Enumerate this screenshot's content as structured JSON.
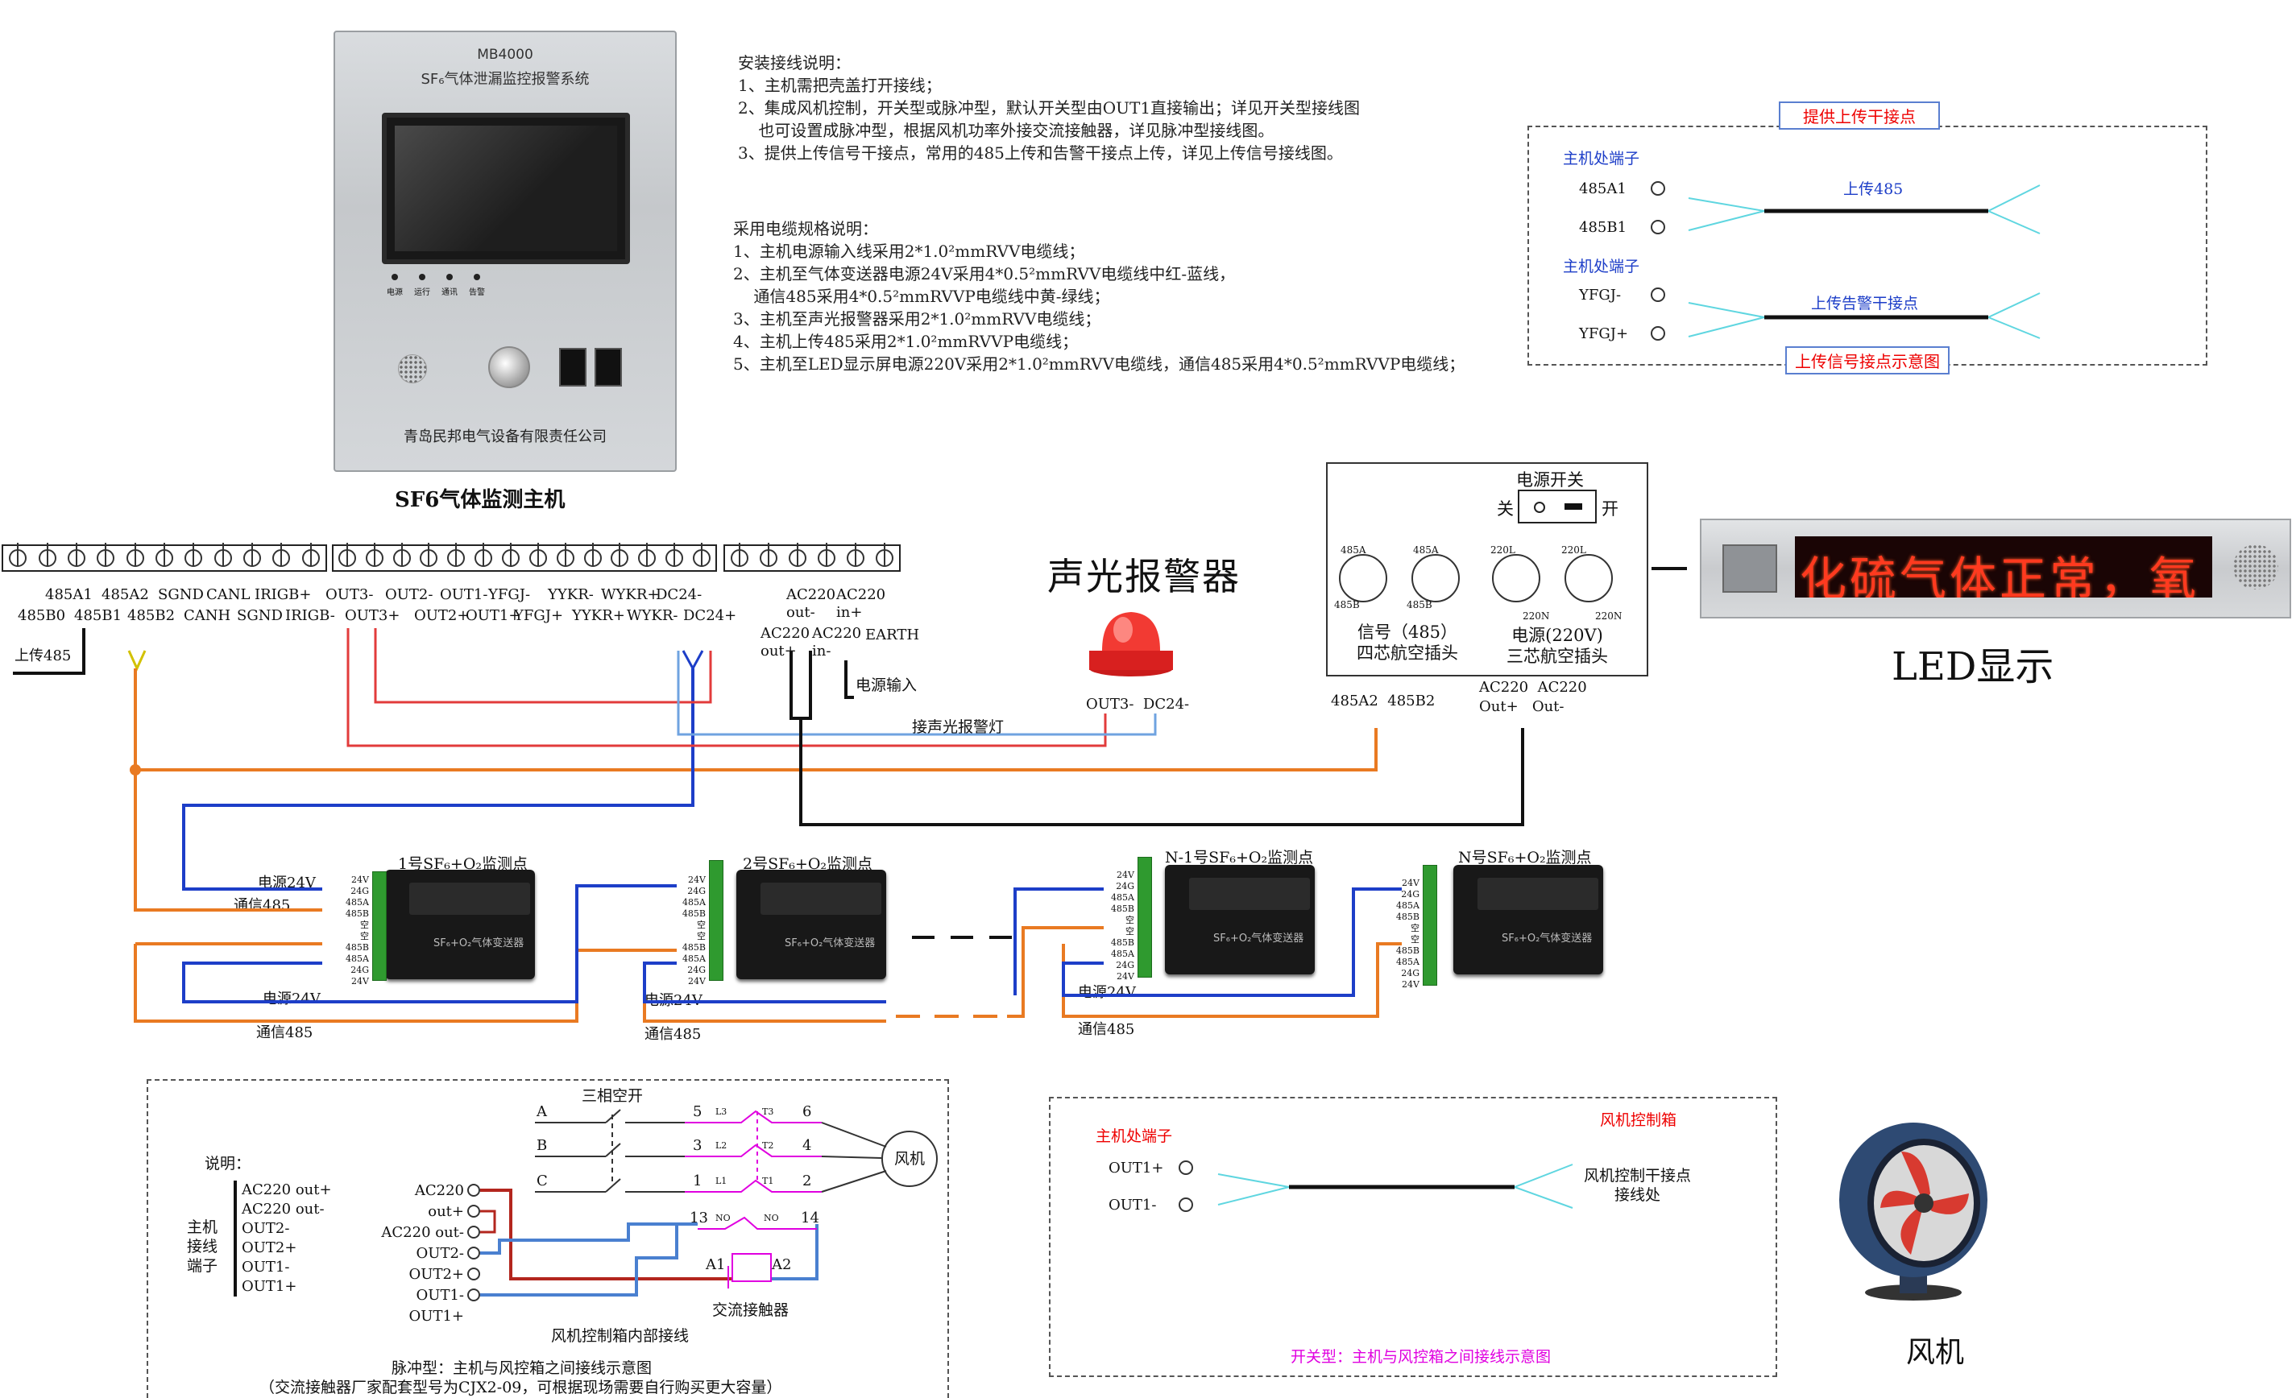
{
  "host": {
    "model": "MB4000",
    "system_name": "SF₆气体泄漏监控报警系统",
    "leds": [
      "电源",
      "运行",
      "通讯",
      "告警"
    ],
    "company": "青岛民邦电气设备有限责任公司",
    "caption": "SF6气体监测主机"
  },
  "install_notes": {
    "title": "安装接线说明：",
    "lines": [
      "1、主机需把壳盖打开接线；",
      "2、集成风机控制，开关型或脉冲型，默认开关型由OUT1直接输出；详见开关型接线图",
      "    也可设置成脉冲型，根据风机功率外接交流接触器，详见脉冲型接线图。",
      "3、提供上传信号干接点，常用的485上传和告警干接点上传，详见上传信号接线图。"
    ]
  },
  "cable_notes": {
    "title": "采用电缆规格说明：",
    "lines": [
      "1、主机电源输入线采用2*1.0²mmRVV电缆线；",
      "2、主机至气体变送器电源24V采用4*0.5²mmRVV电缆线中红-蓝线，",
      "    通信485采用4*0.5²mmRVVP电缆线中黄-绿线；",
      "3、主机至声光报警器采用2*1.0²mmRVV电缆线；",
      "4、主机上传485采用2*1.0²mmRVVP电缆线；",
      "5、主机至LED显示屏电源220V采用2*1.0²mmRVV电缆线，通信485采用4*0.5²mmRVVP电缆线；"
    ]
  },
  "upload_box": {
    "top_title": "提供上传干接点",
    "term_label_1": "主机处端子",
    "t1": "485A1",
    "t2": "485B1",
    "line1": "上传485",
    "term_label_2": "主机处端子",
    "t3": "YFGJ-",
    "t4": "YFGJ+",
    "line2": "上传告警干接点",
    "bottom_title": "上传信号接点示意图"
  },
  "strip1": {
    "top": [
      "485A1",
      "485A2",
      "SGND",
      "CANL",
      "IRIGB+"
    ],
    "bottom": [
      "485B0",
      "485B1",
      "485B2",
      "CANH",
      "SGND",
      "IRIGB-"
    ]
  },
  "strip2": {
    "top": [
      "OUT3-",
      "OUT2-",
      "OUT1-",
      "YFGJ-",
      "YYKR-",
      "WYKR+",
      "DC24-"
    ],
    "bottom": [
      "OUT3+",
      "OUT2+",
      "OUT1+",
      "YFGJ+",
      "YYKR+",
      "WYKR-",
      "DC24+"
    ]
  },
  "strip3": {
    "ac_out": "AC220\nout-",
    "ac_in": "AC220\nin+",
    "ac_out_plus": "AC220\nout+",
    "ac_in_minus": "AC220\nin-",
    "earth": "EARTH",
    "power_in": "电源输入"
  },
  "upload485": "上传485",
  "alarm": {
    "title": "声光报警器",
    "terms": "OUT3-  DC24-",
    "wire": "接声光报警灯"
  },
  "panel": {
    "switch_title": "电源开关",
    "off": "关",
    "on": "开",
    "c4_labels": [
      "485A",
      "485A",
      "485B",
      "485B"
    ],
    "c3_labels": [
      "220L",
      "220L",
      "220N",
      "220N"
    ],
    "sig_label": "信号（485）\n四芯航空插头",
    "pwr_label": "电源(220V)\n三芯航空插头",
    "below_left": "485A2  485B2",
    "below_right": "AC220  AC220\nOut+   Out-"
  },
  "led": {
    "scroll_text": "化硫气体正常，氧",
    "caption": "LED显示"
  },
  "sensors": [
    {
      "title": "1号SF₆+O₂监测点",
      "device": "SF₆+O₂气体变送器"
    },
    {
      "title": "2号SF₆+O₂监测点",
      "device": "SF₆+O₂气体变送器"
    },
    {
      "title": "N-1号SF₆+O₂监测点",
      "device": "SF₆+O₂气体变送器"
    },
    {
      "title": "N号SF₆+O₂监测点",
      "device": "SF₆+O₂气体变送器"
    }
  ],
  "sensor_terms": [
    "24V",
    "24G",
    "485A",
    "485B",
    "空",
    "空",
    "485B",
    "485A",
    "24G",
    "24V"
  ],
  "bus": {
    "power": "电源24V",
    "comm": "通信485"
  },
  "pulse_box": {
    "explain_title": "说明：",
    "side_label": "主机\n接线\n端子",
    "explain_list": [
      "AC220 out+",
      "AC220 out-",
      "OUT2-",
      "OUT2+",
      "OUT1-",
      "OUT1+"
    ],
    "phase_labels": [
      "A",
      "B",
      "C"
    ],
    "breaker": "三相空开",
    "contacts_top": [
      "5",
      "L3",
      "T3",
      "6"
    ],
    "contacts_mid": [
      "3",
      "L2",
      "T2",
      "4"
    ],
    "contacts_bot": [
      "1",
      "L1",
      "T1",
      "2"
    ],
    "fan": "风机",
    "host_terms": [
      "AC220 out+",
      "AC220 out-",
      "OUT2-",
      "OUT2+",
      "OUT1-",
      "OUT1+"
    ],
    "n13": "13",
    "no1": "NO",
    "no2": "NO",
    "n14": "14",
    "a1": "A1",
    "a2": "A2",
    "contactor": "交流接触器",
    "inner": "风机控制箱内部接线",
    "caption1": "脉冲型：主机与风控箱之间接线示意图",
    "caption2": "（交流接触器厂家配套型号为CJX2-09，可根据现场需要自行购买更大容量）"
  },
  "switch_box": {
    "left_title": "主机处端子",
    "right_title": "风机控制箱",
    "t1": "OUT1+",
    "t2": "OUT1-",
    "right_label": "风机控制干接点\n接线处",
    "caption": "开关型：主机与风控箱之间接线示意图"
  },
  "fan_caption": "风机",
  "colors": {
    "orange": "#e97a22",
    "blue": "#1d3ec8",
    "red": "#e23b3b",
    "black": "#111111",
    "cyan": "#5fd6e0",
    "magenta": "#e000e0",
    "light_blue": "#6fa3e0",
    "dark_red": "#b3261e"
  }
}
